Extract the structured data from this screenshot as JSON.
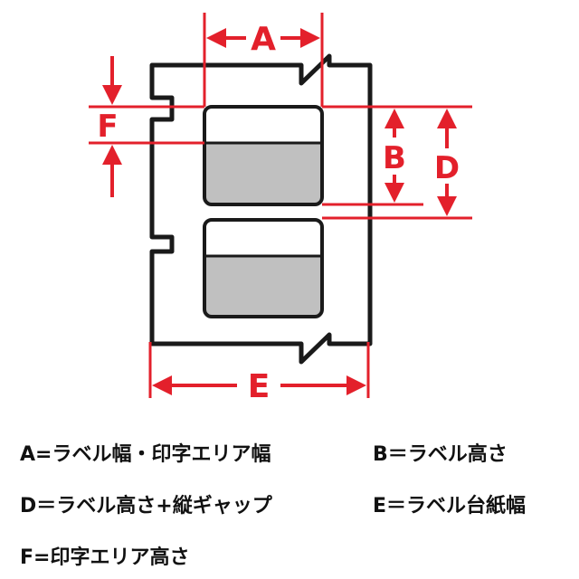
{
  "dimension_labels": {
    "A": "A",
    "B": "B",
    "D": "D",
    "E": "E",
    "F": "F"
  },
  "legend": {
    "a": "A=ラベル幅・印字エリア幅",
    "b": "B＝ラベル高さ",
    "d": "D＝ラベル高さ+縦ギャップ",
    "e": "E＝ラベル台紙幅",
    "f": "F=印字エリア高さ"
  },
  "colors": {
    "dimension": "#e3202b",
    "outline": "#1a1a1a",
    "print_area": "#c0c0c0",
    "background": "#ffffff"
  }
}
